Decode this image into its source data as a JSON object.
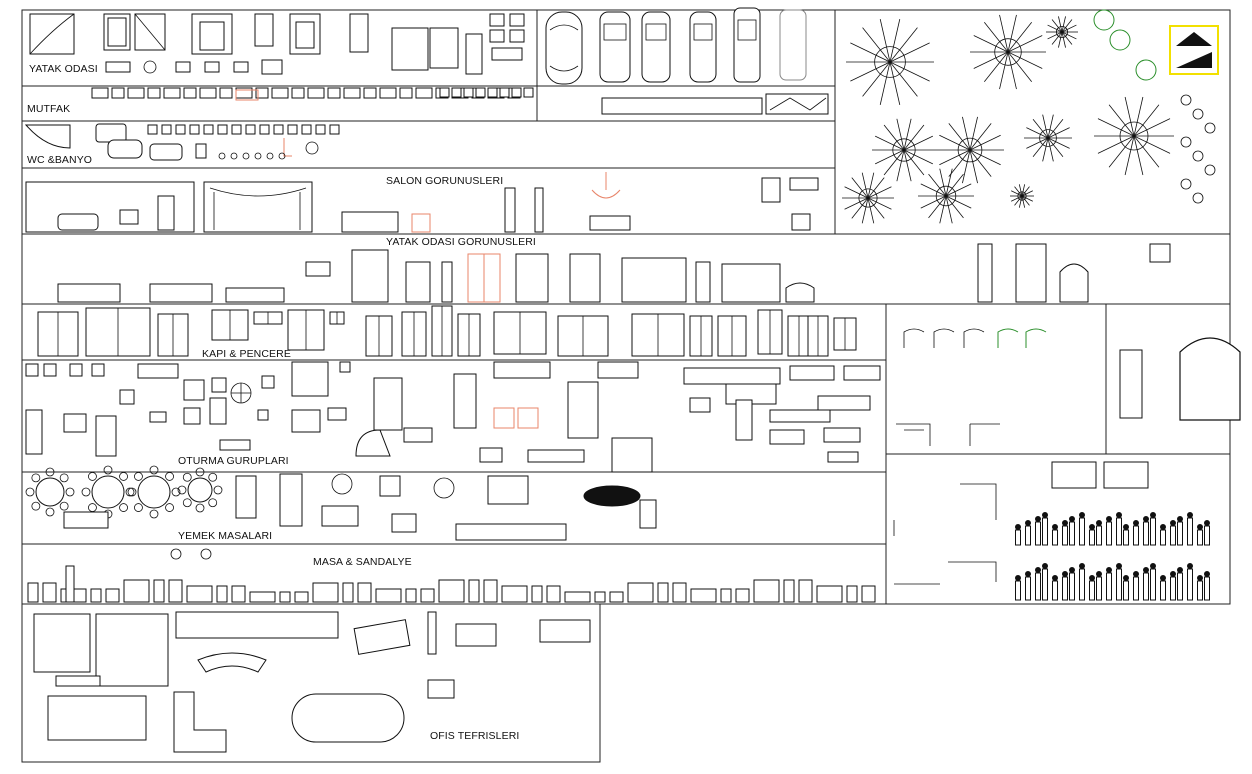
{
  "sections": {
    "yatak_odasi": "YATAK ODASI",
    "mutfak": "MUTFAK",
    "wc_banyo": "WC &BANYO",
    "salon_gorunusleri": "SALON GORUNUSLERI",
    "yatak_odasi_gorunusleri": "YATAK ODASI GORUNUSLERI",
    "kapi_pencere": "KAPI & PENCERE",
    "oturma_gurupları": "OTURMA GURUPLARI",
    "yemek_masalari": "YEMEK MASALARI",
    "masa_sandalye": "MASA & SANDALYE",
    "ofis_tefrisleri": "OFIS TEFRISLERI"
  },
  "colors": {
    "line": "#111111",
    "accent_salmon": "#e8856a",
    "accent_green": "#2b8f2b",
    "logo_border": "#f2e000"
  },
  "icons": [
    "furniture-block",
    "car-icon",
    "tree-icon",
    "person-silhouette",
    "logo-icon"
  ]
}
